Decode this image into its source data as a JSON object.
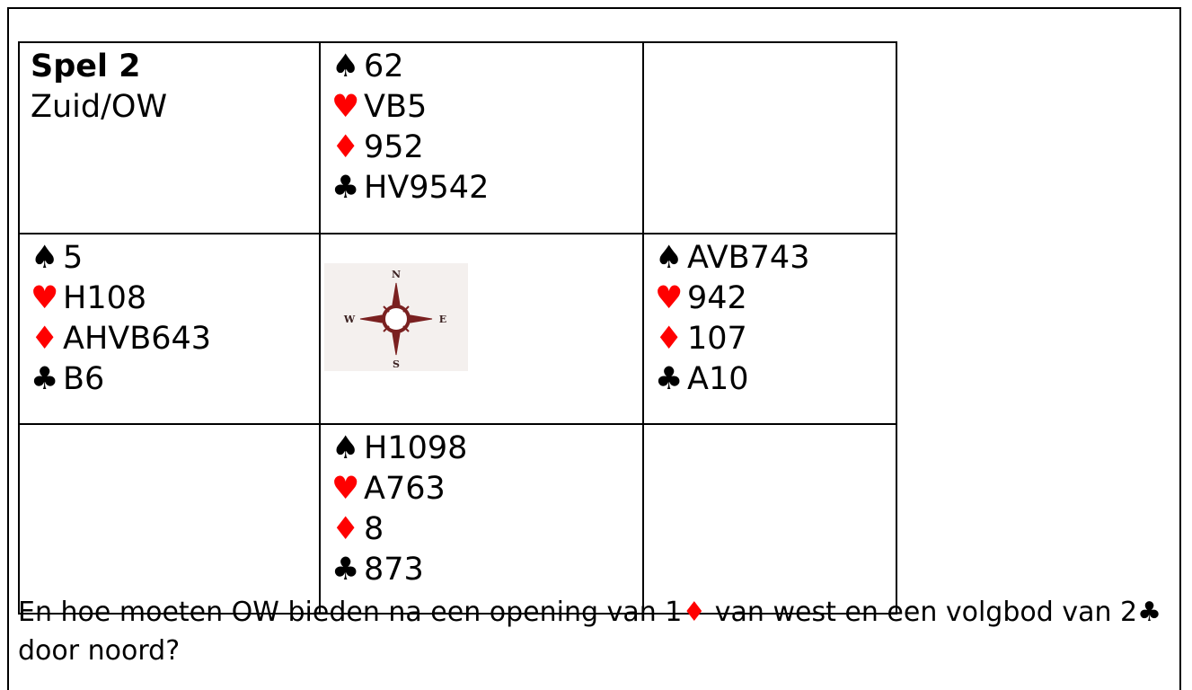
{
  "deal": {
    "title": "Spel 2",
    "subtitle": "Zuid/OW",
    "north": {
      "spades": "62",
      "hearts": "VB5",
      "diamonds": "952",
      "clubs": "HV9542"
    },
    "west": {
      "spades": "5",
      "hearts": "H108",
      "diamonds": "AHVB643",
      "clubs": "B6"
    },
    "east": {
      "spades": "AVB743",
      "hearts": "942",
      "diamonds": "107",
      "clubs": "A10"
    },
    "south": {
      "spades": "H1098",
      "hearts": "A763",
      "diamonds": "8",
      "clubs": "873"
    },
    "compass": {
      "n": "N",
      "e": "E",
      "s": "S",
      "w": "W"
    }
  },
  "suits": {
    "spade": "♠",
    "heart": "♥",
    "diamond": "♦",
    "club": "♣"
  },
  "question": {
    "part1": "En hoe moeten OW bieden na een opening van 1",
    "part2": " van west en een volgbod van 2",
    "part3": " door noord?"
  },
  "colors": {
    "red_suit": "#ff0000",
    "compass": "#7a2020"
  }
}
